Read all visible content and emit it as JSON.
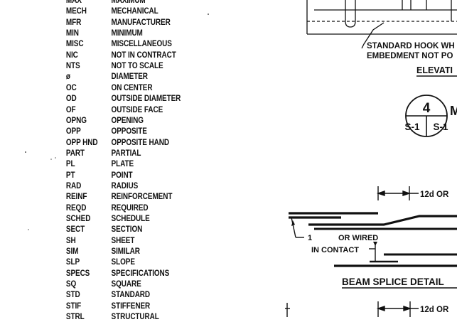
{
  "abbreviations": [
    {
      "abbr": "MAX",
      "meaning": "MAXIMUM"
    },
    {
      "abbr": "MECH",
      "meaning": "MECHANICAL"
    },
    {
      "abbr": "MFR",
      "meaning": "MANUFACTURER"
    },
    {
      "abbr": "MIN",
      "meaning": "MINIMUM"
    },
    {
      "abbr": "MISC",
      "meaning": "MISCELLANEOUS"
    },
    {
      "abbr": "NIC",
      "meaning": "NOT IN CONTRACT"
    },
    {
      "abbr": "NTS",
      "meaning": "NOT TO SCALE"
    },
    {
      "abbr": "ø",
      "meaning": "DIAMETER"
    },
    {
      "abbr": "OC",
      "meaning": "ON CENTER"
    },
    {
      "abbr": "OD",
      "meaning": "OUTSIDE DIAMETER"
    },
    {
      "abbr": "OF",
      "meaning": "OUTSIDE FACE"
    },
    {
      "abbr": "OPNG",
      "meaning": "OPENING"
    },
    {
      "abbr": "OPP",
      "meaning": "OPPOSITE"
    },
    {
      "abbr": "OPP HND",
      "meaning": "OPPOSITE HAND"
    },
    {
      "abbr": "PART",
      "meaning": "PARTIAL"
    },
    {
      "abbr": "PL",
      "meaning": "PLATE"
    },
    {
      "abbr": "PT",
      "meaning": "POINT"
    },
    {
      "abbr": "RAD",
      "meaning": "RADIUS"
    },
    {
      "abbr": "REINF",
      "meaning": "REINFORCEMENT"
    },
    {
      "abbr": "REQD",
      "meaning": "REQUIRED"
    },
    {
      "abbr": "SCHED",
      "meaning": "SCHEDULE"
    },
    {
      "abbr": "SECT",
      "meaning": "SECTION"
    },
    {
      "abbr": "SH",
      "meaning": "SHEET"
    },
    {
      "abbr": "SIM",
      "meaning": "SIMILAR"
    },
    {
      "abbr": "SLP",
      "meaning": "SLOPE"
    },
    {
      "abbr": "SPECS",
      "meaning": "SPECIFICATIONS"
    },
    {
      "abbr": "SQ",
      "meaning": "SQUARE"
    },
    {
      "abbr": "STD",
      "meaning": "STANDARD"
    },
    {
      "abbr": "STIF",
      "meaning": "STIFFENER"
    },
    {
      "abbr": "STRL",
      "meaning": "STRUCTURAL"
    }
  ],
  "elevation_note": {
    "line1": "STANDARD HOOK WH",
    "line2": "EMBEDMENT NOT PO",
    "title": "ELEVATI"
  },
  "section_marker": {
    "number": "4",
    "sheet_left": "S-1",
    "sheet_right": "S-1",
    "trailing": "M"
  },
  "beam_splice": {
    "top_dim": "12d OR",
    "lap_value": "1",
    "lap_note": "OR WIRED",
    "contact_note": "IN CONTACT",
    "title": "BEAM SPLICE DETAIL",
    "bottom_dim": "12d OR"
  }
}
